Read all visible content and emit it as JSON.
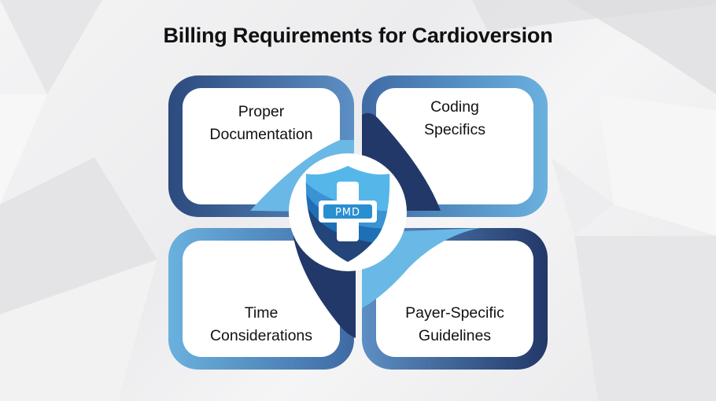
{
  "title": "Billing Requirements for Cardioversion",
  "center_logo": {
    "icon": "shield-cross-icon",
    "text": "PMD"
  },
  "cards": [
    {
      "id": "top-left",
      "lines": [
        "Proper",
        "Documentation"
      ]
    },
    {
      "id": "top-right",
      "lines": [
        "Coding",
        "Specifics"
      ]
    },
    {
      "id": "bottom-left",
      "lines": [
        "Time",
        "Considerations"
      ]
    },
    {
      "id": "bottom-right",
      "lines": [
        "Payer-Specific",
        "Guidelines"
      ]
    }
  ],
  "colors": {
    "dark_navy": "#223868",
    "mid_blue": "#3f6aa4",
    "light_blue": "#6ab1de",
    "sky_blue": "#55b6ea",
    "text": "#111111",
    "background": "#efeff0"
  }
}
